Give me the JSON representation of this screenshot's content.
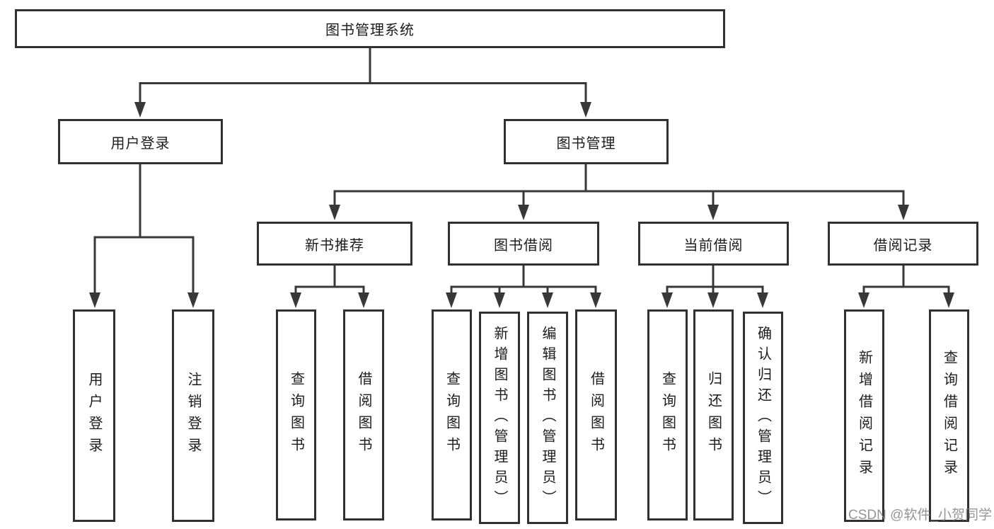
{
  "diagram": {
    "root": {
      "label": "图书管理系统"
    },
    "level2": [
      {
        "label": "用户登录"
      },
      {
        "label": "图书管理"
      }
    ],
    "level3": [
      {
        "label": "新书推荐"
      },
      {
        "label": "图书借阅"
      },
      {
        "label": "当前借阅"
      },
      {
        "label": "借阅记录"
      }
    ],
    "leaves": {
      "user_login": [
        "用户登录",
        "注销登录"
      ],
      "new_book": [
        "查询图书",
        "借阅图书"
      ],
      "borrow": [
        "查询图书",
        "新增图书（管理员）",
        "编辑图书（管理员）",
        "借阅图书"
      ],
      "current": [
        "查询图书",
        "归还图书",
        "确认归还（管理员）"
      ],
      "records": [
        "新增借阅记录",
        "查询借阅记录"
      ]
    }
  },
  "watermark": {
    "text": "CSDN @软件_小贺同学"
  },
  "colors": {
    "line": "#383838",
    "border": "#313131",
    "text": "#1c1c1c",
    "watermark": "#828282",
    "background": "#ffffff"
  }
}
